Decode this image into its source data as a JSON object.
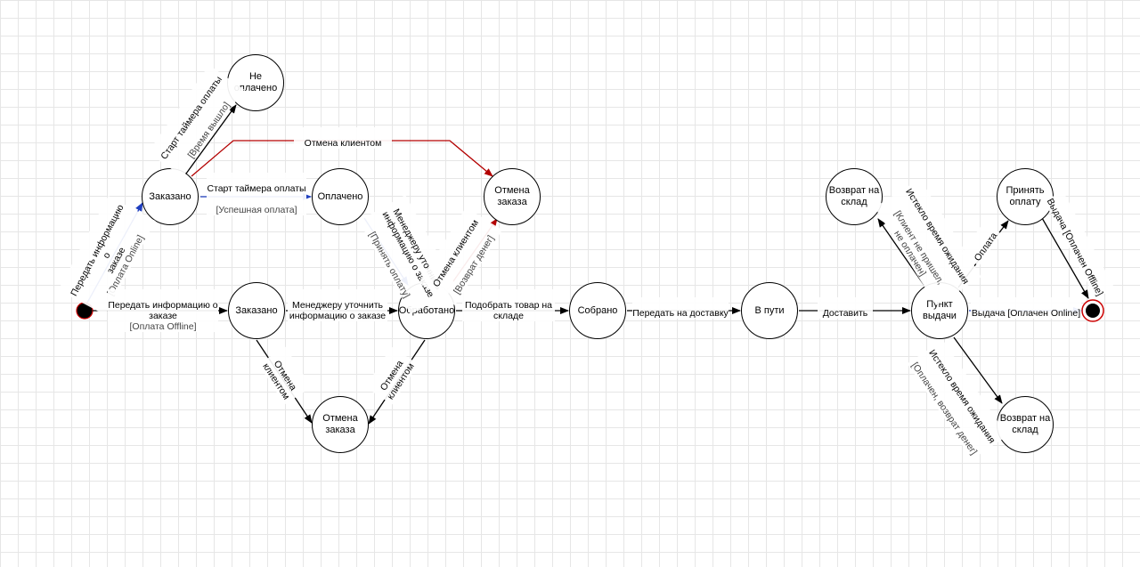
{
  "colors": {
    "grid": "#e6e6e6",
    "default_edge": "#000000",
    "online_edge": "#1f3fbf",
    "cancel_edge": "#b30000",
    "final_ring": "#cc0000"
  },
  "nodes": {
    "not_paid": "Не оплачено",
    "ordered_online": "Заказано",
    "paid": "Оплачено",
    "cancelled_top": "Отмена\nзаказа",
    "ordered_offline": "Заказано",
    "processed": "Обработано",
    "collected": "Собрано",
    "in_transit": "В пути",
    "pickup_point": "Пункт\nвыдачи",
    "return_top": "Возврат на\nсклад",
    "accept_payment": "Принять\nоплату",
    "cancelled_bottom": "Отмена\nзаказа",
    "return_bottom": "Возврат на\nсклад"
  },
  "labels": {
    "pass_online": {
      "text": "Передать информацию о\nзаказе",
      "guard": "[Оплата Online]"
    },
    "timer_expired": {
      "text": "Старт таймера оплаты",
      "guard": "[Время вышло]"
    },
    "client_cancel_top": {
      "text": "Отмена клиентом",
      "guard": ""
    },
    "timer_success": {
      "text": "Старт таймера оплаты",
      "guard": "[Успешная оплата]"
    },
    "manager_clarify_paid": {
      "text": "Менеджеру уточнить\nинформацию о заказе",
      "guard": "[Принять оплату]"
    },
    "client_cancel_refund": {
      "text": "Отмена клиентом",
      "guard": "[Возврат денег]"
    },
    "pass_offline": {
      "text": "Передать информацию о\nзаказе",
      "guard": "[Оплата Offline]"
    },
    "manager_clarify": {
      "text": "Менеджеру уточнить\nинформацию о заказе",
      "guard": ""
    },
    "pick_goods": {
      "text": "Подобрать товар на\nскладе",
      "guard": ""
    },
    "hand_to_delivery": {
      "text": "Передать на доставку",
      "guard": ""
    },
    "deliver": {
      "text": "Доставить",
      "guard": ""
    },
    "issue_online": {
      "text": "Выдача [Оплачен Online]",
      "guard": ""
    },
    "payment": {
      "text": "Оплата",
      "guard": ""
    },
    "issue_offline": {
      "text": "Выдача [Оплачен Offline]",
      "guard": ""
    },
    "wait_expired_unpaid": {
      "text": "Истекло время ожидания",
      "guard": "[Клиент не пришел,\nне оплачен]"
    },
    "wait_expired_paid": {
      "text": "Истекло время ожидания",
      "guard": "[Оплачен, возврат денег]"
    },
    "cancel_client_left": {
      "text": "Отмена\nклиентом",
      "guard": ""
    },
    "cancel_client_right": {
      "text": "Отмена\nклиентом",
      "guard": ""
    }
  }
}
